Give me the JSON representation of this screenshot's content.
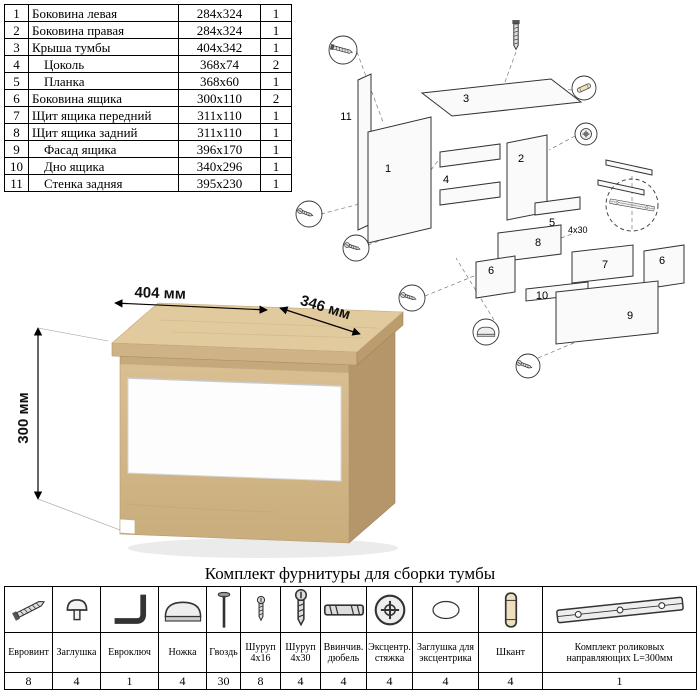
{
  "parts_table": {
    "rows": [
      {
        "num": "1",
        "name": "Боковина левая",
        "size": "284х324",
        "qty": "1"
      },
      {
        "num": "2",
        "name": "Боковина правая",
        "size": "284х324",
        "qty": "1"
      },
      {
        "num": "3",
        "name": "Крыша тумбы",
        "size": "404х342",
        "qty": "1"
      },
      {
        "num": "4",
        "name": "Цоколь",
        "size": "368х74",
        "qty": "2"
      },
      {
        "num": "5",
        "name": "Планка",
        "size": "368х60",
        "qty": "1"
      },
      {
        "num": "6",
        "name": "Боковина ящика",
        "size": "300х110",
        "qty": "2"
      },
      {
        "num": "7",
        "name": "Щит ящика передний",
        "size": "311х110",
        "qty": "1"
      },
      {
        "num": "8",
        "name": "Щит ящика задний",
        "size": "311х110",
        "qty": "1"
      },
      {
        "num": "9",
        "name": "Фасад ящика",
        "size": "396х170",
        "qty": "1"
      },
      {
        "num": "10",
        "name": "Дно ящика",
        "size": "340х296",
        "qty": "1"
      },
      {
        "num": "11",
        "name": "Стенка задняя",
        "size": "395х230",
        "qty": "1"
      }
    ]
  },
  "dimensions": {
    "width": "404 мм",
    "depth": "346 мм",
    "height": "300 мм"
  },
  "diagram": {
    "part_labels": {
      "p1": "1",
      "p2": "2",
      "p3": "3",
      "p4": "4",
      "p5": "5",
      "p6a": "6",
      "p6b": "6",
      "p7": "7",
      "p8": "8",
      "p9": "9",
      "p10": "10",
      "p11": "11"
    },
    "note": "4х30"
  },
  "hardware": {
    "title": "Комплект фурнитуры для сборки тумбы",
    "items": [
      {
        "label": "Евровинт",
        "qty": "8",
        "icon": "euroscrew-icon"
      },
      {
        "label": "Заглушка",
        "qty": "4",
        "icon": "cap-icon"
      },
      {
        "label": "Евроключ",
        "qty": "1",
        "icon": "hexkey-icon"
      },
      {
        "label": "Ножка",
        "qty": "4",
        "icon": "foot-icon"
      },
      {
        "label": "Гвоздь",
        "qty": "30",
        "icon": "nail-icon"
      },
      {
        "label": "Шуруп 4х16",
        "qty": "8",
        "icon": "screw-4x16-icon"
      },
      {
        "label": "Шуруп 4х30",
        "qty": "4",
        "icon": "screw-4x30-icon"
      },
      {
        "label": "Ввинчив. дюбель",
        "qty": "4",
        "icon": "threaded-dowel-icon"
      },
      {
        "label": "Эксцентр. стяжка",
        "qty": "4",
        "icon": "cam-lock-icon"
      },
      {
        "label": "Заглушка для эксцентрика",
        "qty": "4",
        "icon": "cam-cap-icon"
      },
      {
        "label": "Шкант",
        "qty": "4",
        "icon": "dowel-pin-icon"
      },
      {
        "label": "Комплект роликовых направляющих L=300мм",
        "qty": "1",
        "icon": "drawer-slides-icon"
      }
    ]
  },
  "colors": {
    "wood": "#d3b788",
    "wood_dark": "#b5966a",
    "wood_light": "#e0ca9e",
    "drawer": "#fdfdfd"
  }
}
